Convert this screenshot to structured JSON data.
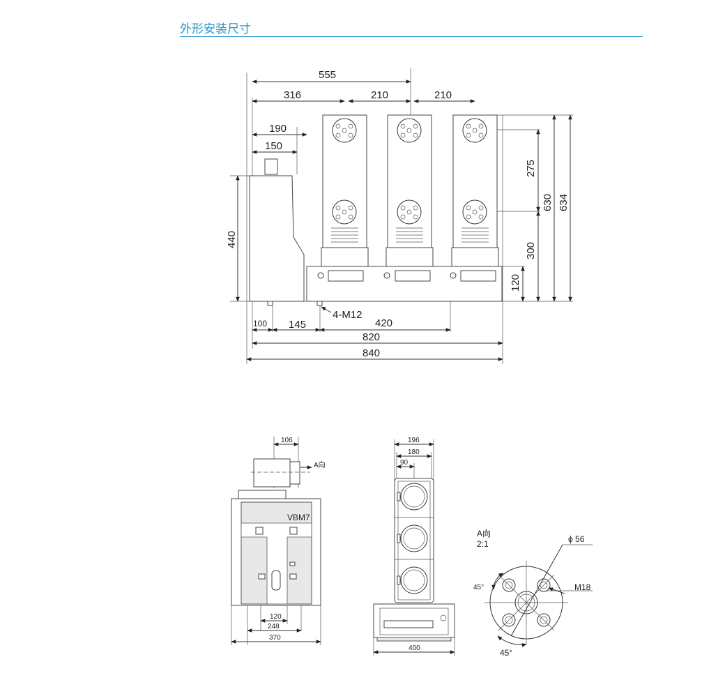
{
  "header": {
    "title": "外形安装尺寸"
  },
  "main_view": {
    "dims": {
      "d555": "555",
      "d316": "316",
      "d210a": "210",
      "d210b": "210",
      "d190": "190",
      "d150": "150",
      "d440": "440",
      "d275": "275",
      "d630": "630",
      "d634": "634",
      "d300": "300",
      "d120": "120",
      "bolt": "4-M12",
      "d100": "100",
      "d145": "145",
      "d420": "420",
      "d820": "820",
      "d840": "840"
    }
  },
  "side_view": {
    "d106": "106",
    "direction": "A向",
    "model": "VBM7",
    "d120": "120",
    "d248": "248",
    "d370": "370"
  },
  "front_view": {
    "d196": "196",
    "d180": "180",
    "d90": "90",
    "d400": "400"
  },
  "detail_view": {
    "label": "A向",
    "scale": "2:1",
    "phi": "ϕ 56",
    "thread": "M18",
    "angle1": "45°",
    "angle2": "45°"
  }
}
